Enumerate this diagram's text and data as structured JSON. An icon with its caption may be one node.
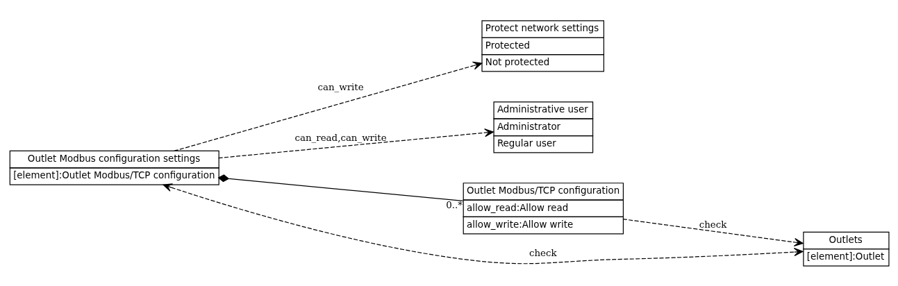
{
  "diagram": {
    "nodes": [
      {
        "text": [
          "Outlet Modbus configuration settings",
          "[element]:Outlet Modbus/TCP configuration"
        ]
      },
      {
        "text": [
          "Protect network settings",
          "Protected",
          "Not protected"
        ]
      },
      {
        "text": [
          "Administrative user",
          "Administrator",
          "Regular user"
        ]
      },
      {
        "text": [
          "Outlet Modbus/TCP configuration",
          "allow_read:Allow read",
          "allow_write:Allow write"
        ]
      },
      {
        "text": [
          "Outlets",
          "[element]:Outlet"
        ]
      }
    ],
    "edges": [
      {
        "from": 0,
        "to": 1,
        "arrow": "to",
        "label": "can_write",
        "style": "dashed"
      },
      {
        "from": 0,
        "to": 4,
        "arrow": "both",
        "label": "check",
        "style": "dashed"
      },
      {
        "from": 0,
        "to": 2,
        "arrow": "to",
        "label": "can_read,can_write",
        "style": "dashed"
      },
      {
        "from": 0,
        "to": 3,
        "arrow": "other",
        "label": "0..*"
      },
      {
        "from": 3,
        "to": 4,
        "arrow": "to",
        "label": "check",
        "style": "dashed"
      }
    ]
  }
}
